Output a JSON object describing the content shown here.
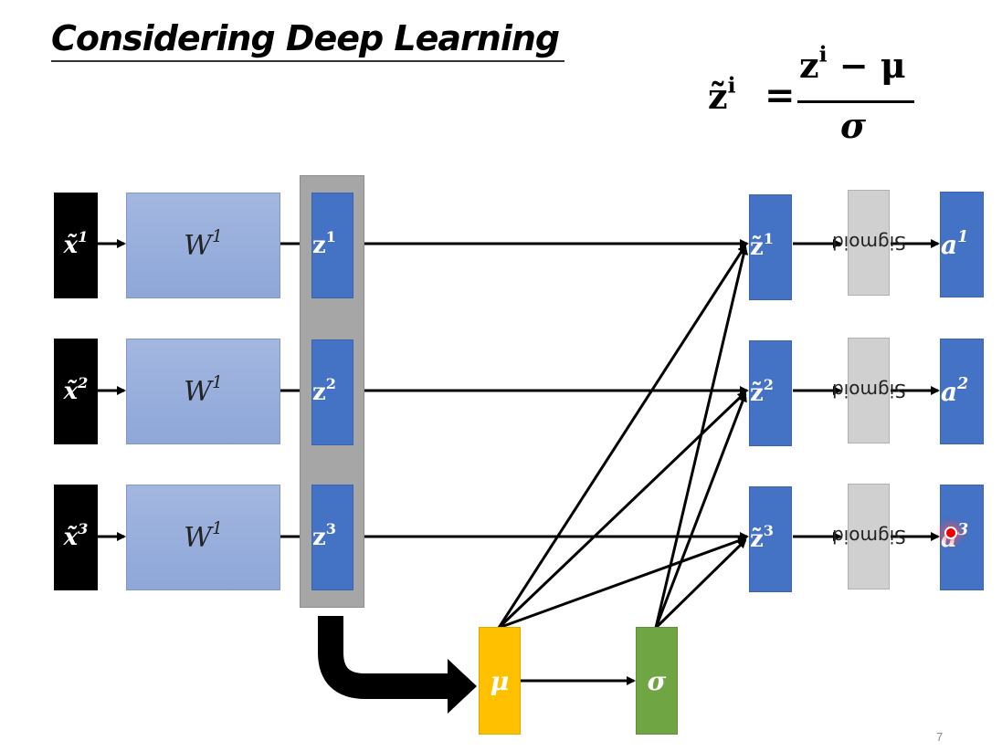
{
  "slide": {
    "title": "Considering Deep Learning",
    "page_number": "7"
  },
  "formula": {
    "lhs_base": "z̃",
    "lhs_sup": "i",
    "equals": "=",
    "numerator_base": "z",
    "numerator_sup": "i",
    "numerator_rest": " − μ",
    "denominator": "σ"
  },
  "rows": [
    {
      "input": "x̃",
      "input_sup": "1",
      "weight": "W",
      "weight_sup": "1",
      "z": "z",
      "z_sup": "1",
      "z_norm": "z̃",
      "z_norm_sup": "1",
      "activation_fn": "Sigmoid",
      "output": "a",
      "output_sup": "1"
    },
    {
      "input": "x̃",
      "input_sup": "2",
      "weight": "W",
      "weight_sup": "1",
      "z": "z",
      "z_sup": "2",
      "z_norm": "z̃",
      "z_norm_sup": "2",
      "activation_fn": "Sigmoid",
      "output": "a",
      "output_sup": "2"
    },
    {
      "input": "x̃",
      "input_sup": "3",
      "weight": "W",
      "weight_sup": "1",
      "z": "z",
      "z_sup": "3",
      "z_norm": "z̃",
      "z_norm_sup": "3",
      "activation_fn": "Sigmoid",
      "output": "a",
      "output_sup": "3"
    }
  ],
  "stats": {
    "mean_label": "μ",
    "std_label": "σ"
  },
  "colors": {
    "input": "#000000",
    "weight": "#8ea7d8",
    "z_group": "#a6a6a6",
    "blue_node": "#4472c4",
    "sigmoid": "#d0d0d0",
    "mean": "#ffc000",
    "std": "#70a544"
  }
}
